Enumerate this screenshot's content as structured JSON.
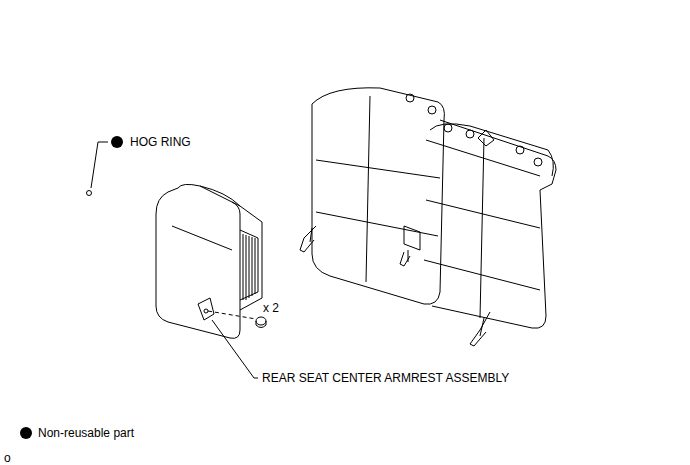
{
  "diagram": {
    "labels": [
      "HOG RING",
      "x 2",
      "REAR SEAT CENTER ARMREST ASSEMBLY",
      "o"
    ],
    "legend": [
      {
        "text": "Non-reusable part"
      }
    ]
  }
}
